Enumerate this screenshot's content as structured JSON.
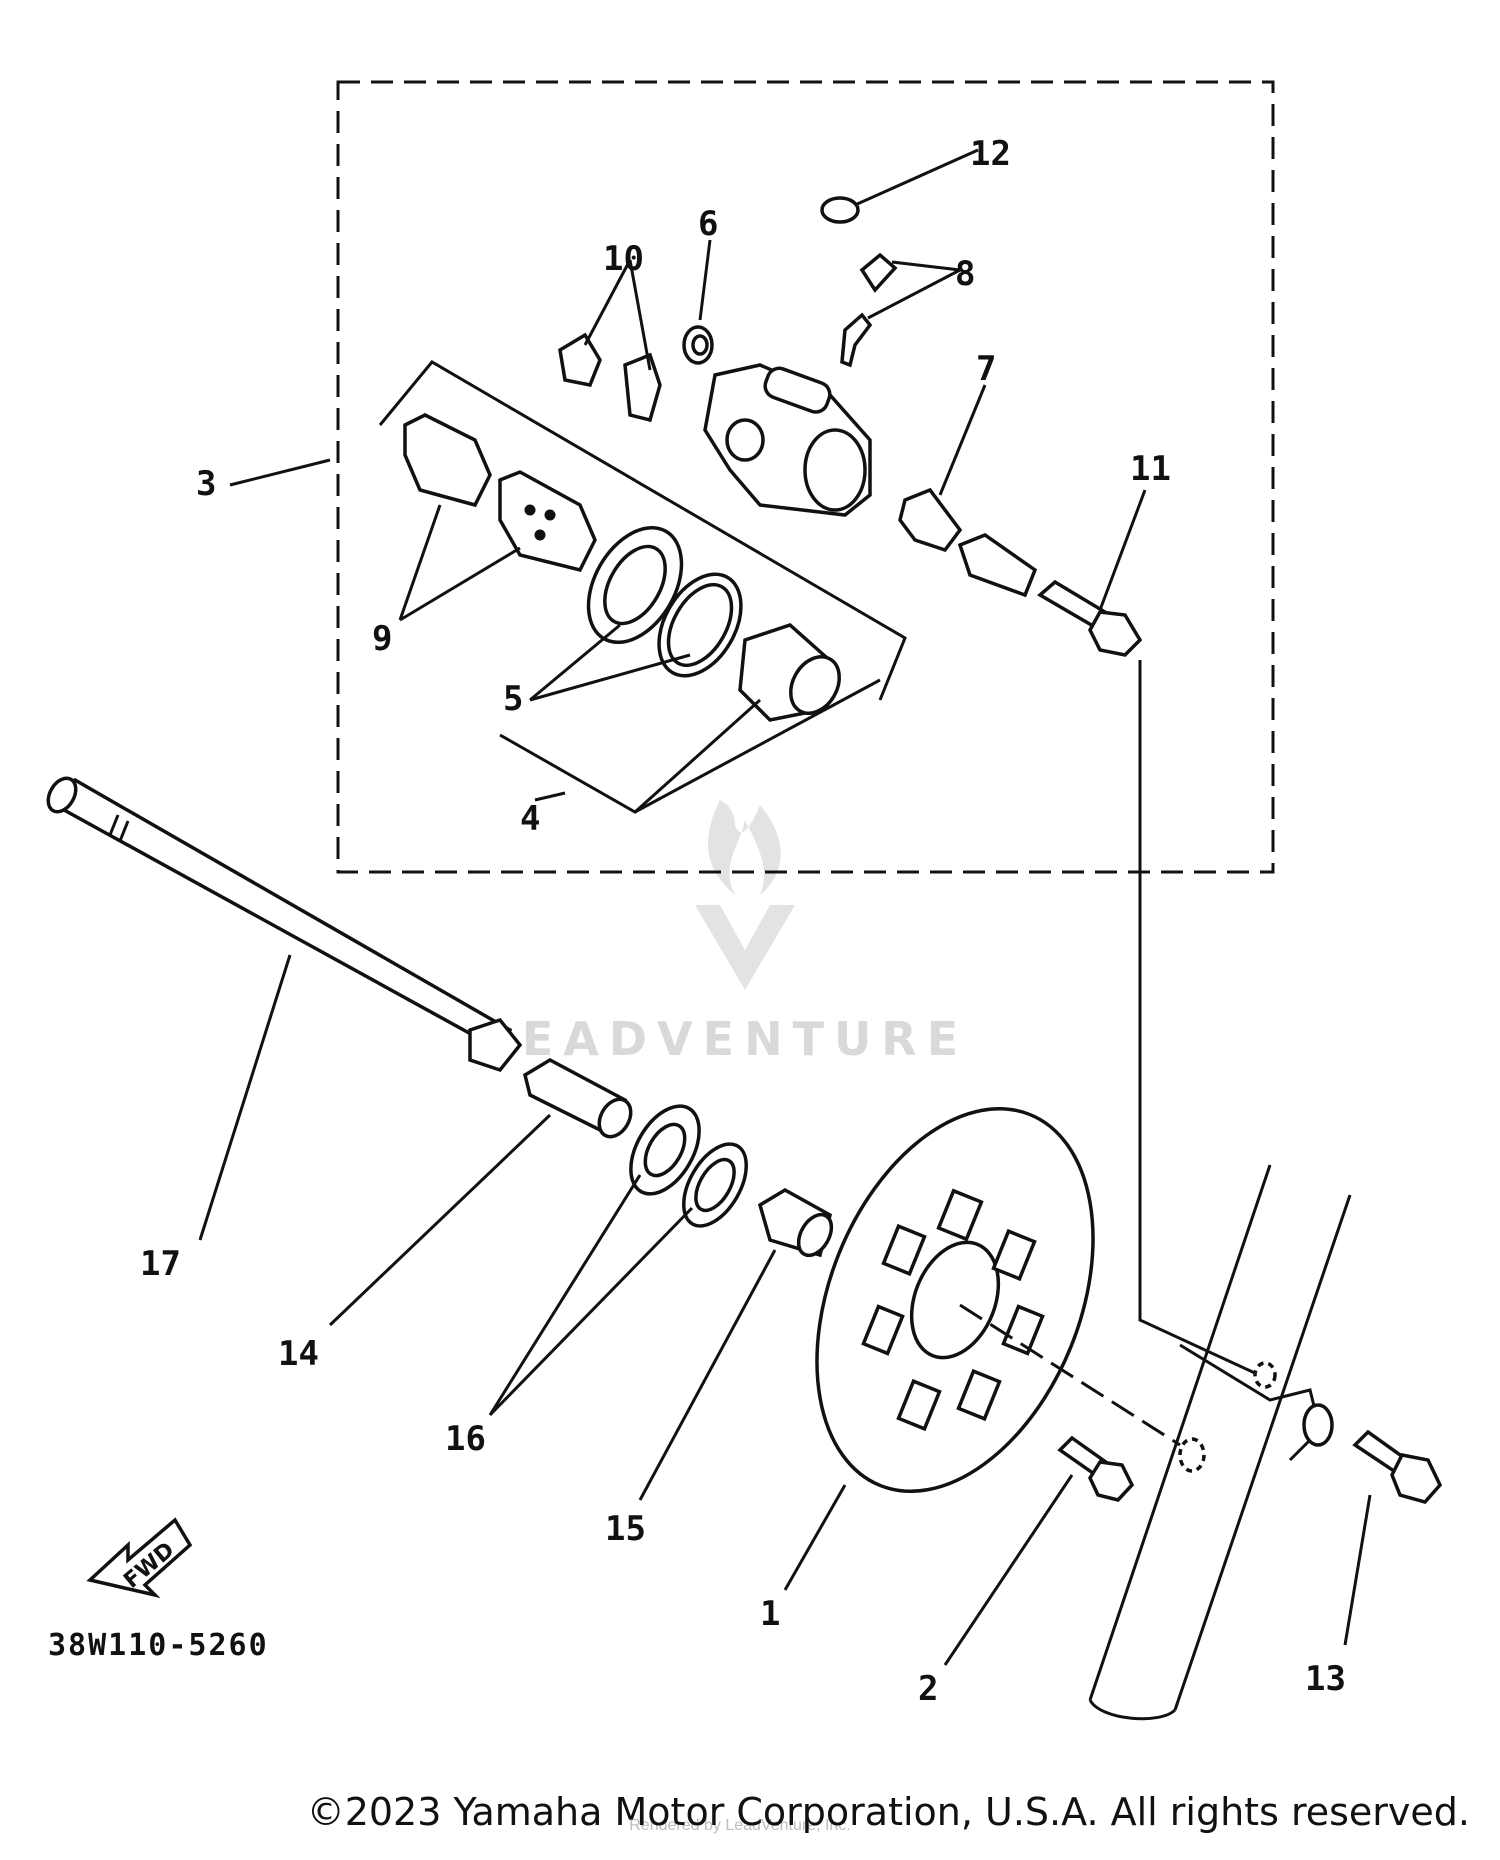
{
  "diagram": {
    "callouts": [
      "1",
      "2",
      "3",
      "4",
      "5",
      "6",
      "7",
      "8",
      "9",
      "10",
      "11",
      "12",
      "13",
      "14",
      "15",
      "16",
      "17"
    ],
    "part_code": "38W110-5260",
    "fwd_label": "FWD",
    "watermark": {
      "brand": "EADVENTURE",
      "small": "Rendered by LeadVenture, Inc."
    }
  },
  "footer": {
    "copyright": "©2023 Yamaha Motor Corporation, U.S.A. All rights reserved."
  }
}
